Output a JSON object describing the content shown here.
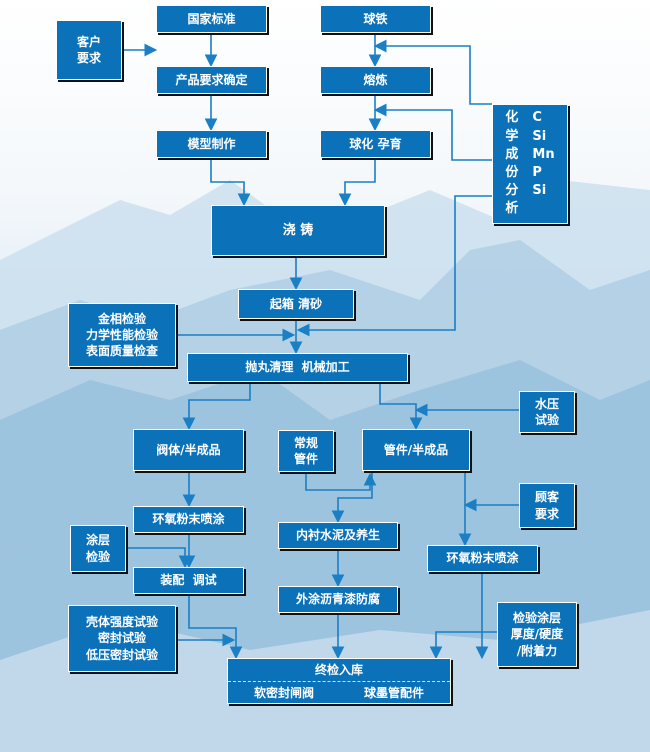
{
  "nodes": {
    "national_standard": "国家标准",
    "ductile_iron": "球铁",
    "customer_req": [
      "客户",
      "要求"
    ],
    "product_req": "产品要求确定",
    "smelting": "熔炼",
    "pattern_making": "模型制作",
    "spheroidize": "球化 孕育",
    "chem_analysis": {
      "labels": [
        "化",
        "学",
        "成",
        "份",
        "分",
        "析"
      ],
      "elements": [
        "C",
        "Si",
        "Mn",
        "P",
        "Si"
      ]
    },
    "casting": "浇 铸",
    "shakeout": "起箱 清砂",
    "inspections": [
      "金相检验",
      "力学性能检验",
      "表面质量检查"
    ],
    "blasting": "抛丸清理  机械加工",
    "hydro_test": [
      "水压",
      "试验"
    ],
    "valve_semi": "阀体/半成品",
    "regular_fittings": [
      "常规",
      "管件"
    ],
    "fitting_semi": "管件/半成品",
    "client_req": [
      "顾客",
      "要求"
    ],
    "epoxy_left": "环氧粉末喷涂",
    "cement_lining": "内衬水泥及养生",
    "coating_check": [
      "涂层",
      "检验"
    ],
    "epoxy_right": "环氧粉末喷涂",
    "assembly": "装配  调试",
    "asphalt": "外涂沥青漆防腐",
    "shell_tests": [
      "壳体强度试验",
      "密封试验",
      "低压密封试验"
    ],
    "coating_tests": [
      "检验涂层",
      "厚度/硬度",
      "/附着力"
    ],
    "final": {
      "title": "终检入库",
      "left": "软密封闸阀",
      "right": "球墨管配件"
    }
  },
  "colors": {
    "box": "#0b72b9",
    "line": "#1a7fc4"
  }
}
